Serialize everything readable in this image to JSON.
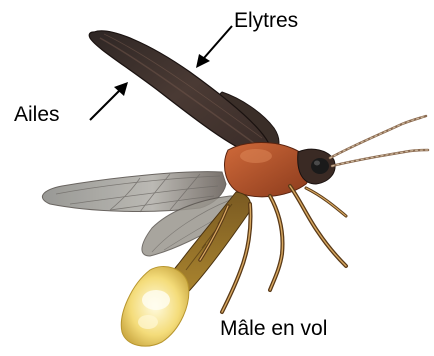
{
  "labels": {
    "elytres": "Elytres",
    "ailes": "Ailes",
    "male_en_vol": "Mâle en vol"
  },
  "colors": {
    "label_text": "#000000",
    "background": "#ffffff"
  }
}
